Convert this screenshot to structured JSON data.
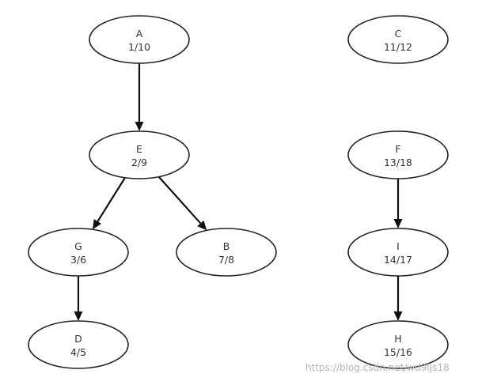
{
  "diagram": {
    "nodes": [
      {
        "id": "A",
        "label": "A",
        "times": "1/10"
      },
      {
        "id": "C",
        "label": "C",
        "times": "11/12"
      },
      {
        "id": "E",
        "label": "E",
        "times": "2/9"
      },
      {
        "id": "F",
        "label": "F",
        "times": "13/18"
      },
      {
        "id": "G",
        "label": "G",
        "times": "3/6"
      },
      {
        "id": "B",
        "label": "B",
        "times": "7/8"
      },
      {
        "id": "I",
        "label": "I",
        "times": "14/17"
      },
      {
        "id": "D",
        "label": "D",
        "times": "4/5"
      },
      {
        "id": "H",
        "label": "H",
        "times": "15/16"
      }
    ],
    "edges": [
      {
        "from": "A",
        "to": "E"
      },
      {
        "from": "E",
        "to": "G"
      },
      {
        "from": "E",
        "to": "B"
      },
      {
        "from": "G",
        "to": "D"
      },
      {
        "from": "F",
        "to": "I"
      },
      {
        "from": "I",
        "to": "H"
      }
    ]
  },
  "watermark": "https://blog.csdn.net/wd9ljs18"
}
